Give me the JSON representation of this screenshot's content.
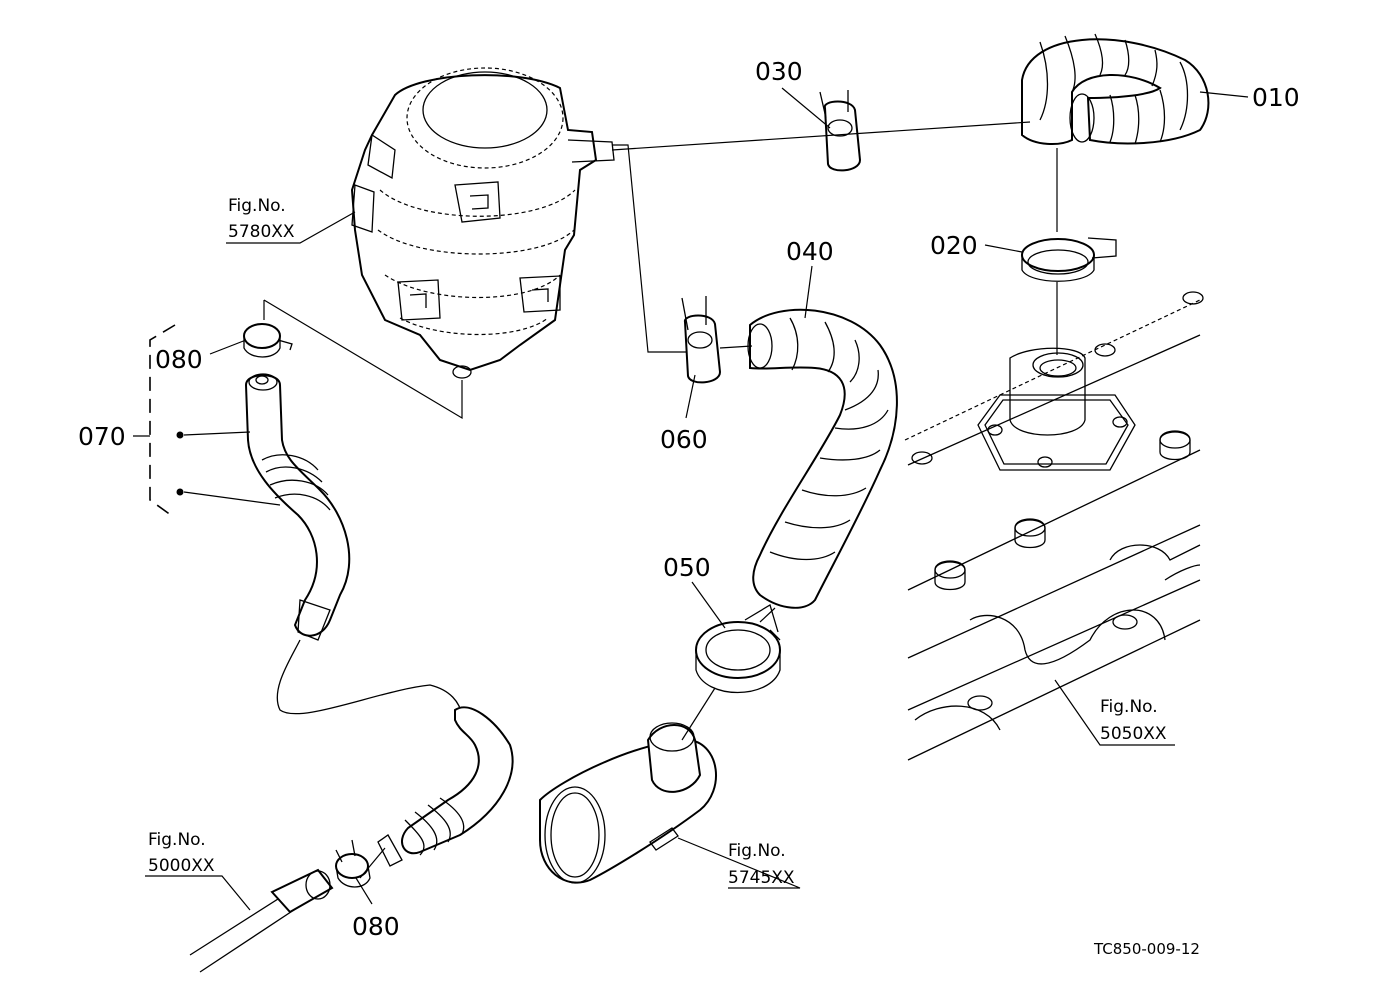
{
  "callouts": {
    "c010": "010",
    "c020": "020",
    "c030": "030",
    "c040": "040",
    "c050": "050",
    "c060": "060",
    "c070": "070",
    "c080_top": "080",
    "c080_bottom": "080"
  },
  "figure_refs": {
    "separator": {
      "label": "Fig.No.",
      "number": "5780XX"
    },
    "manifold": {
      "label": "Fig.No.",
      "number": "5050XX"
    },
    "intake": {
      "label": "Fig.No.",
      "number": "5745XX"
    },
    "engine": {
      "label": "Fig.No.",
      "number": "5000XX"
    }
  },
  "drawing_code": "TC850-009-12"
}
